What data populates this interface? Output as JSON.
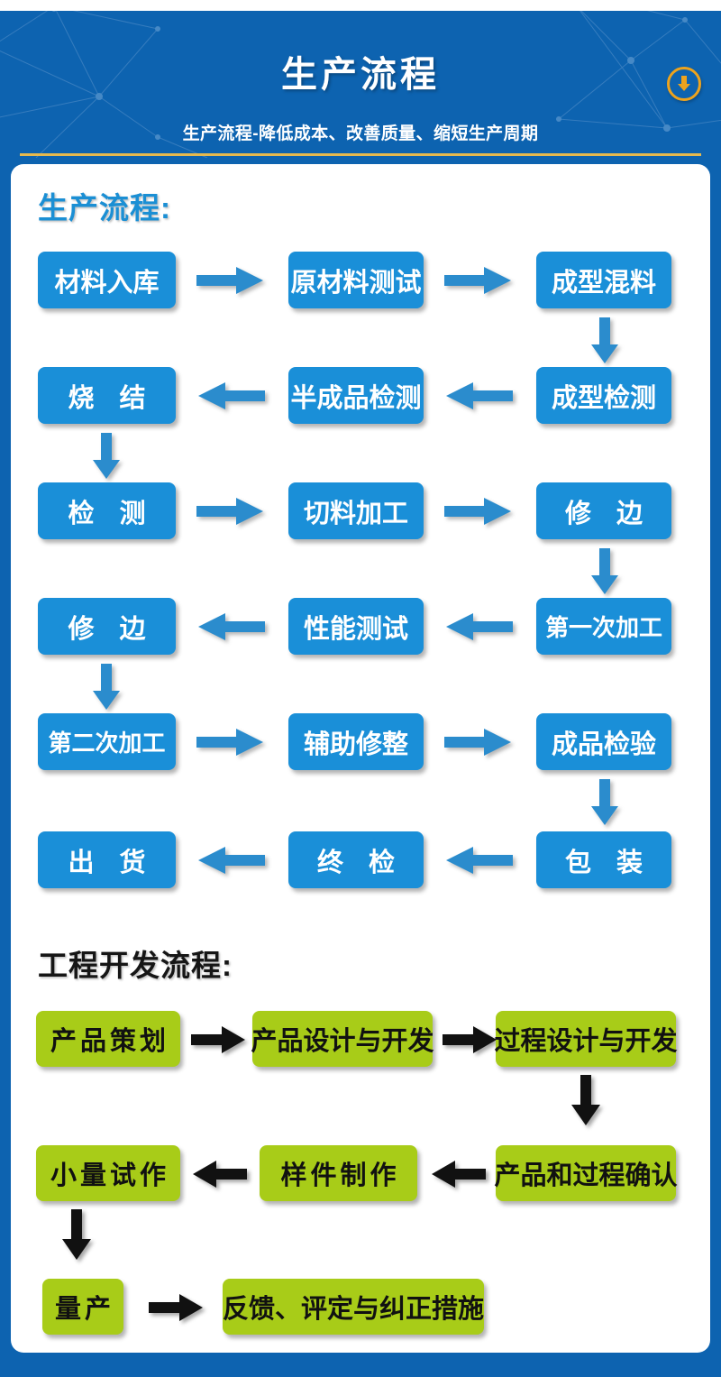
{
  "header": {
    "title": "生产流程",
    "subtitle": "生产流程-降低成本、改善质量、缩短生产周期",
    "download_icon": "download-circle-icon",
    "bg_color": "#0d63b0",
    "rule_color": "#e6b94e",
    "icon_color": "#eda31d"
  },
  "sections": [
    {
      "id": "production",
      "heading": "生产流程:",
      "heading_color": "#1b8fd4",
      "node_color": "#1a8fd8",
      "node_text_color": "#ffffff",
      "arrow_color": "#1a7fc8",
      "rows": [
        {
          "nodes": [
            "材料入库",
            "原材料测试",
            "成型混料"
          ],
          "direction": "right"
        },
        {
          "nodes": [
            "烧 结",
            "半成品检测",
            "成型检测"
          ],
          "direction": "left"
        },
        {
          "nodes": [
            "检 测",
            "切料加工",
            "修 边"
          ],
          "direction": "right"
        },
        {
          "nodes": [
            "修 边",
            "性能测试",
            "第一次加工"
          ],
          "direction": "left"
        },
        {
          "nodes": [
            "第二次加工",
            "辅助修整",
            "成品检验"
          ],
          "direction": "right"
        },
        {
          "nodes": [
            "出 货",
            "终 检",
            "包 装"
          ],
          "direction": "left"
        }
      ]
    },
    {
      "id": "engineering",
      "heading": "工程开发流程:",
      "heading_color": "#161616",
      "node_color": "#a8cc18",
      "node_text_color": "#111111",
      "arrow_color": "#111111",
      "rows": [
        {
          "nodes": [
            "产品策划",
            "产品设计与开发",
            "过程设计与开发"
          ],
          "direction": "right"
        },
        {
          "nodes": [
            "小量试作",
            "样件制作",
            "产品和过程确认"
          ],
          "direction": "left"
        },
        {
          "nodes": [
            "量产",
            "反馈、评定与纠正措施"
          ],
          "direction": "right"
        }
      ]
    }
  ],
  "flow": {
    "production_nodes": {
      "n1": "材料入库",
      "n2": "原材料测试",
      "n3": "成型混料",
      "n4": "烧 结",
      "n5": "半成品检测",
      "n6": "成型检测",
      "n7": "检 测",
      "n8": "切料加工",
      "n9": "修 边",
      "n10": "修 边",
      "n11": "性能测试",
      "n12": "第一次加工",
      "n13": "第二次加工",
      "n14": "辅助修整",
      "n15": "成品检验",
      "n16": "出 货",
      "n17": "终 检",
      "n18": "包 装"
    },
    "engineering_nodes": {
      "g1": "产品策划",
      "g2": "产品设计与开发",
      "g3": "过程设计与开发",
      "g4": "小量试作",
      "g5": "样件制作",
      "g6": "产品和过程确认",
      "g7": "量产",
      "g8": "反馈、评定与纠正措施"
    }
  }
}
